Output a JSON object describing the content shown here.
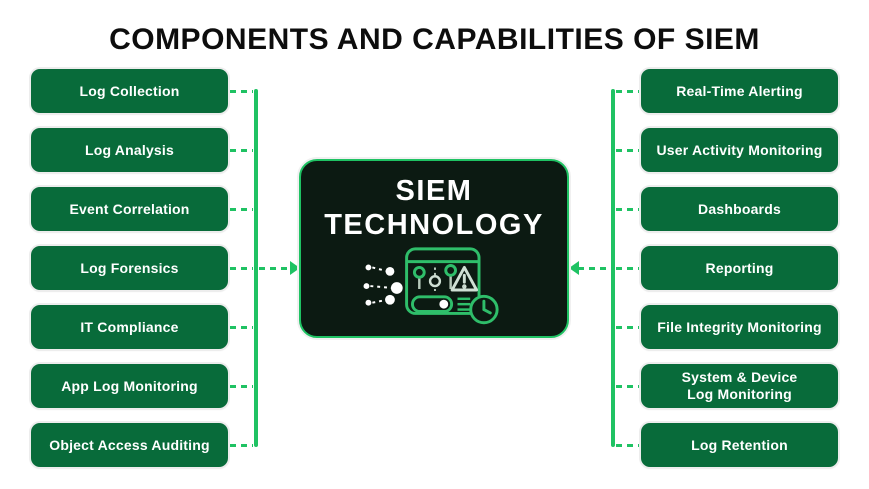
{
  "title": "COMPONENTS AND CAPABILITIES OF SIEM",
  "center": {
    "title_line1": "SIEM",
    "title_line2": "TECHNOLOGY",
    "icon": "siem-control-panel-icon"
  },
  "left_items": [
    "Log Collection",
    "Log Analysis",
    "Event Correlation",
    "Log Forensics",
    "IT Compliance",
    "App Log Monitoring",
    "Object Access Auditing"
  ],
  "right_items": [
    "Real-Time Alerting",
    "User Activity Monitoring",
    "Dashboards",
    "Reporting",
    "File Integrity Monitoring",
    "System & Device\nLog Monitoring",
    "Log Retention"
  ],
  "icons": [
    "data-flow-icon",
    "control-panel-icon",
    "slider-icon",
    "warning-triangle-icon",
    "toggle-switch-icon",
    "list-lines-icon",
    "clock-icon",
    "arrow-right-icon",
    "arrow-left-icon"
  ],
  "colors": {
    "accent_green": "#1fc263",
    "box_green": "#086b3a",
    "center_bg": "#0c1a12",
    "title_black": "#0d0d0d",
    "background": "#ffffff",
    "icon_light": "#cfe0d4",
    "icon_track": "#b7cabb"
  }
}
